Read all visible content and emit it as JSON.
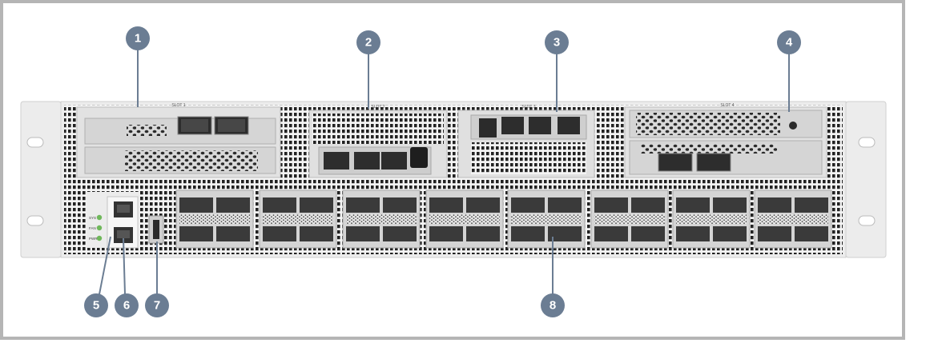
{
  "callouts": [
    "1",
    "2",
    "3",
    "4",
    "5",
    "6",
    "7",
    "8"
  ],
  "slots": {
    "slot1": "SLOT 1",
    "slot2": "SLOT 2",
    "slot3": "SLOT 3",
    "slot4": "SLOT 4"
  },
  "leds": [
    "SYS",
    "FAN",
    "PWR"
  ],
  "colors": {
    "callout": "#6b7d93",
    "leader": "#6b7d93",
    "chassis": "#ececec",
    "frame": "#b5b5b5",
    "port": "#3a3a3a"
  }
}
